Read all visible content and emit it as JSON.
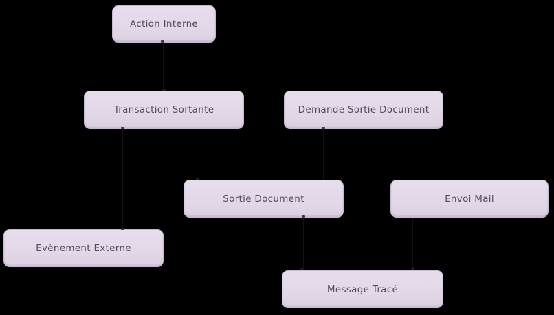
{
  "diagram": {
    "background_color": "#000000",
    "node_fill_color": "#e2d7e7",
    "node_border_color": "#c6b9d0",
    "node_text_color": "#5a4a5f",
    "nodes": [
      {
        "id": "action-interne",
        "label": "Action Interne"
      },
      {
        "id": "transaction-sortante",
        "label": "Transaction Sortante"
      },
      {
        "id": "demande-sortie-document",
        "label": "Demande Sortie Document"
      },
      {
        "id": "sortie-document",
        "label": "Sortie Document"
      },
      {
        "id": "envoi-mail",
        "label": "Envoi Mail"
      },
      {
        "id": "evenement-externe",
        "label": "Evènement Externe"
      },
      {
        "id": "message-trace",
        "label": "Message Tracé"
      }
    ]
  }
}
